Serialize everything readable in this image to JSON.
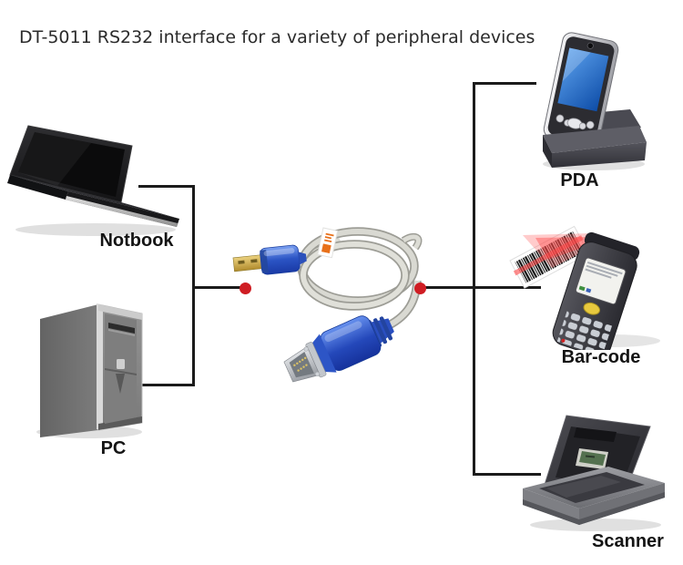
{
  "title": "DT-5011 RS232 interface for a variety of peripheral devices",
  "devices": {
    "notebook": {
      "label": "Notbook"
    },
    "pc": {
      "label": "PC"
    },
    "pda": {
      "label": "PDA"
    },
    "barcode": {
      "label": "Bar-code"
    },
    "scanner": {
      "label": "Scanner"
    }
  },
  "icons": {
    "notebook": "laptop-image",
    "pc": "desktop-tower-image",
    "cable": "usb-to-rs232-cable-image",
    "pda": "pda-in-cradle-image",
    "barcode": "handheld-barcode-scanner-image",
    "scanner": "flatbed-scanner-image"
  },
  "colors": {
    "background": "#ffffff",
    "connector_line": "#1b1b1b",
    "junction_dot": "#cf1d23",
    "cable_blue": "#2b54c4",
    "laser_red": "#ff5050",
    "pda_screen_blue": "#1253b0"
  }
}
